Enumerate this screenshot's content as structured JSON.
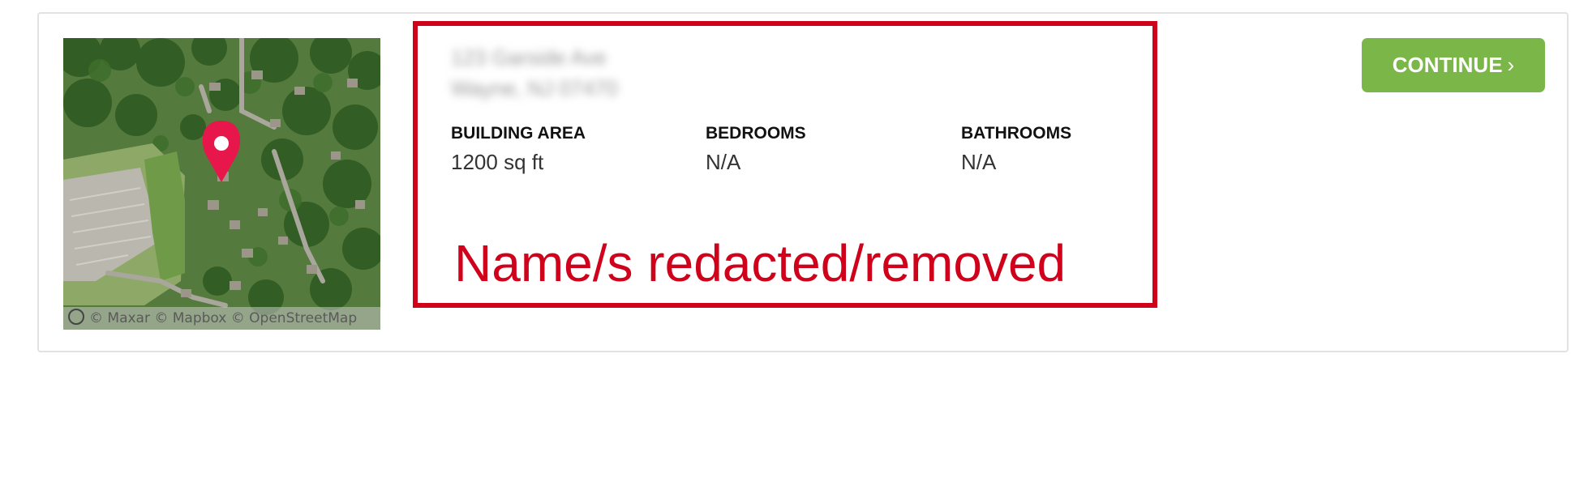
{
  "listing": {
    "map": {
      "attribution": "© Maxar © Mapbox © OpenStreetMap",
      "pin_color": "#e8174b"
    },
    "address": {
      "line1": "123 Garside Ave",
      "line2": "Wayne, NJ 07470"
    },
    "stats": [
      {
        "label": "BUILDING AREA",
        "value": "1200 sq ft"
      },
      {
        "label": "BEDROOMS",
        "value": "N/A"
      },
      {
        "label": "BATHROOMS",
        "value": "N/A"
      }
    ],
    "redaction_note": "Name/s redacted/removed",
    "redaction_color": "#d0021b"
  },
  "actions": {
    "continue_label": "CONTINUE",
    "continue_icon": "chevron-right-icon",
    "continue_color": "#7ab648"
  }
}
